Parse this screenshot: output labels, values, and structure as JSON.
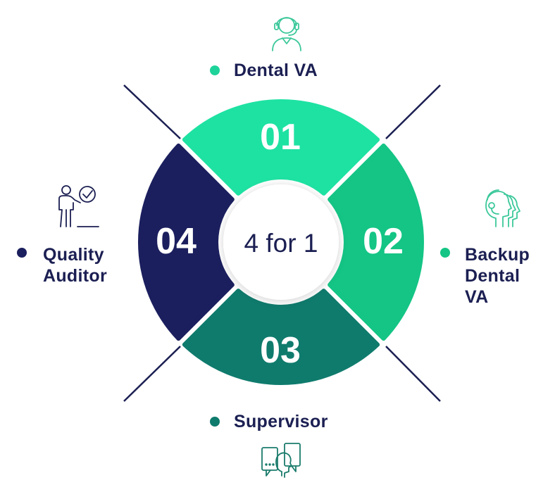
{
  "center_label": "4 for 1",
  "segments": [
    {
      "number": "01",
      "color": "#1ee2a2",
      "role_lines": [
        "Dental VA"
      ],
      "dot_color": "#1ed39a",
      "icon": "headset-agent-icon"
    },
    {
      "number": "02",
      "color": "#14c585",
      "role_lines": [
        "Backup",
        "Dental",
        "VA"
      ],
      "dot_color": "#14c585",
      "icon": "headset-team-icon"
    },
    {
      "number": "03",
      "color": "#0f7b6d",
      "role_lines": [
        "Supervisor"
      ],
      "dot_color": "#0f7b6d",
      "icon": "chat-people-icon"
    },
    {
      "number": "04",
      "color": "#1b1f5e",
      "role_lines": [
        "Quality",
        "Auditor"
      ],
      "dot_color": "#1b1f5e",
      "icon": "person-checkmark-icon"
    }
  ],
  "colors": {
    "line": "#1b1f52",
    "text": "#1b1f52",
    "icon_green": "#3cc89b",
    "icon_teal": "#1b7c6c",
    "icon_navy": "#1b1f52",
    "center_bg": "#ffffff"
  }
}
